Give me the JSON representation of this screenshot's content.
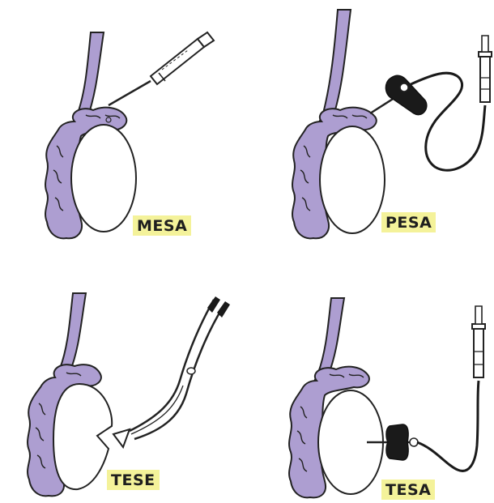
{
  "colors": {
    "epididymis": "#ad9ed1",
    "outline": "#222222",
    "label_highlight": "#f4f29a",
    "instrument": "#1a1a1a",
    "background": "#ffffff"
  },
  "panels": [
    {
      "label": "MESA",
      "instrument": "syringe-needle-icon"
    },
    {
      "label": "PESA",
      "instrument": "needle-tube-syringe-icon"
    },
    {
      "label": "TESE",
      "instrument": "scissors-forceps-icon"
    },
    {
      "label": "TESA",
      "instrument": "needle-tube-syringe-icon"
    }
  ]
}
